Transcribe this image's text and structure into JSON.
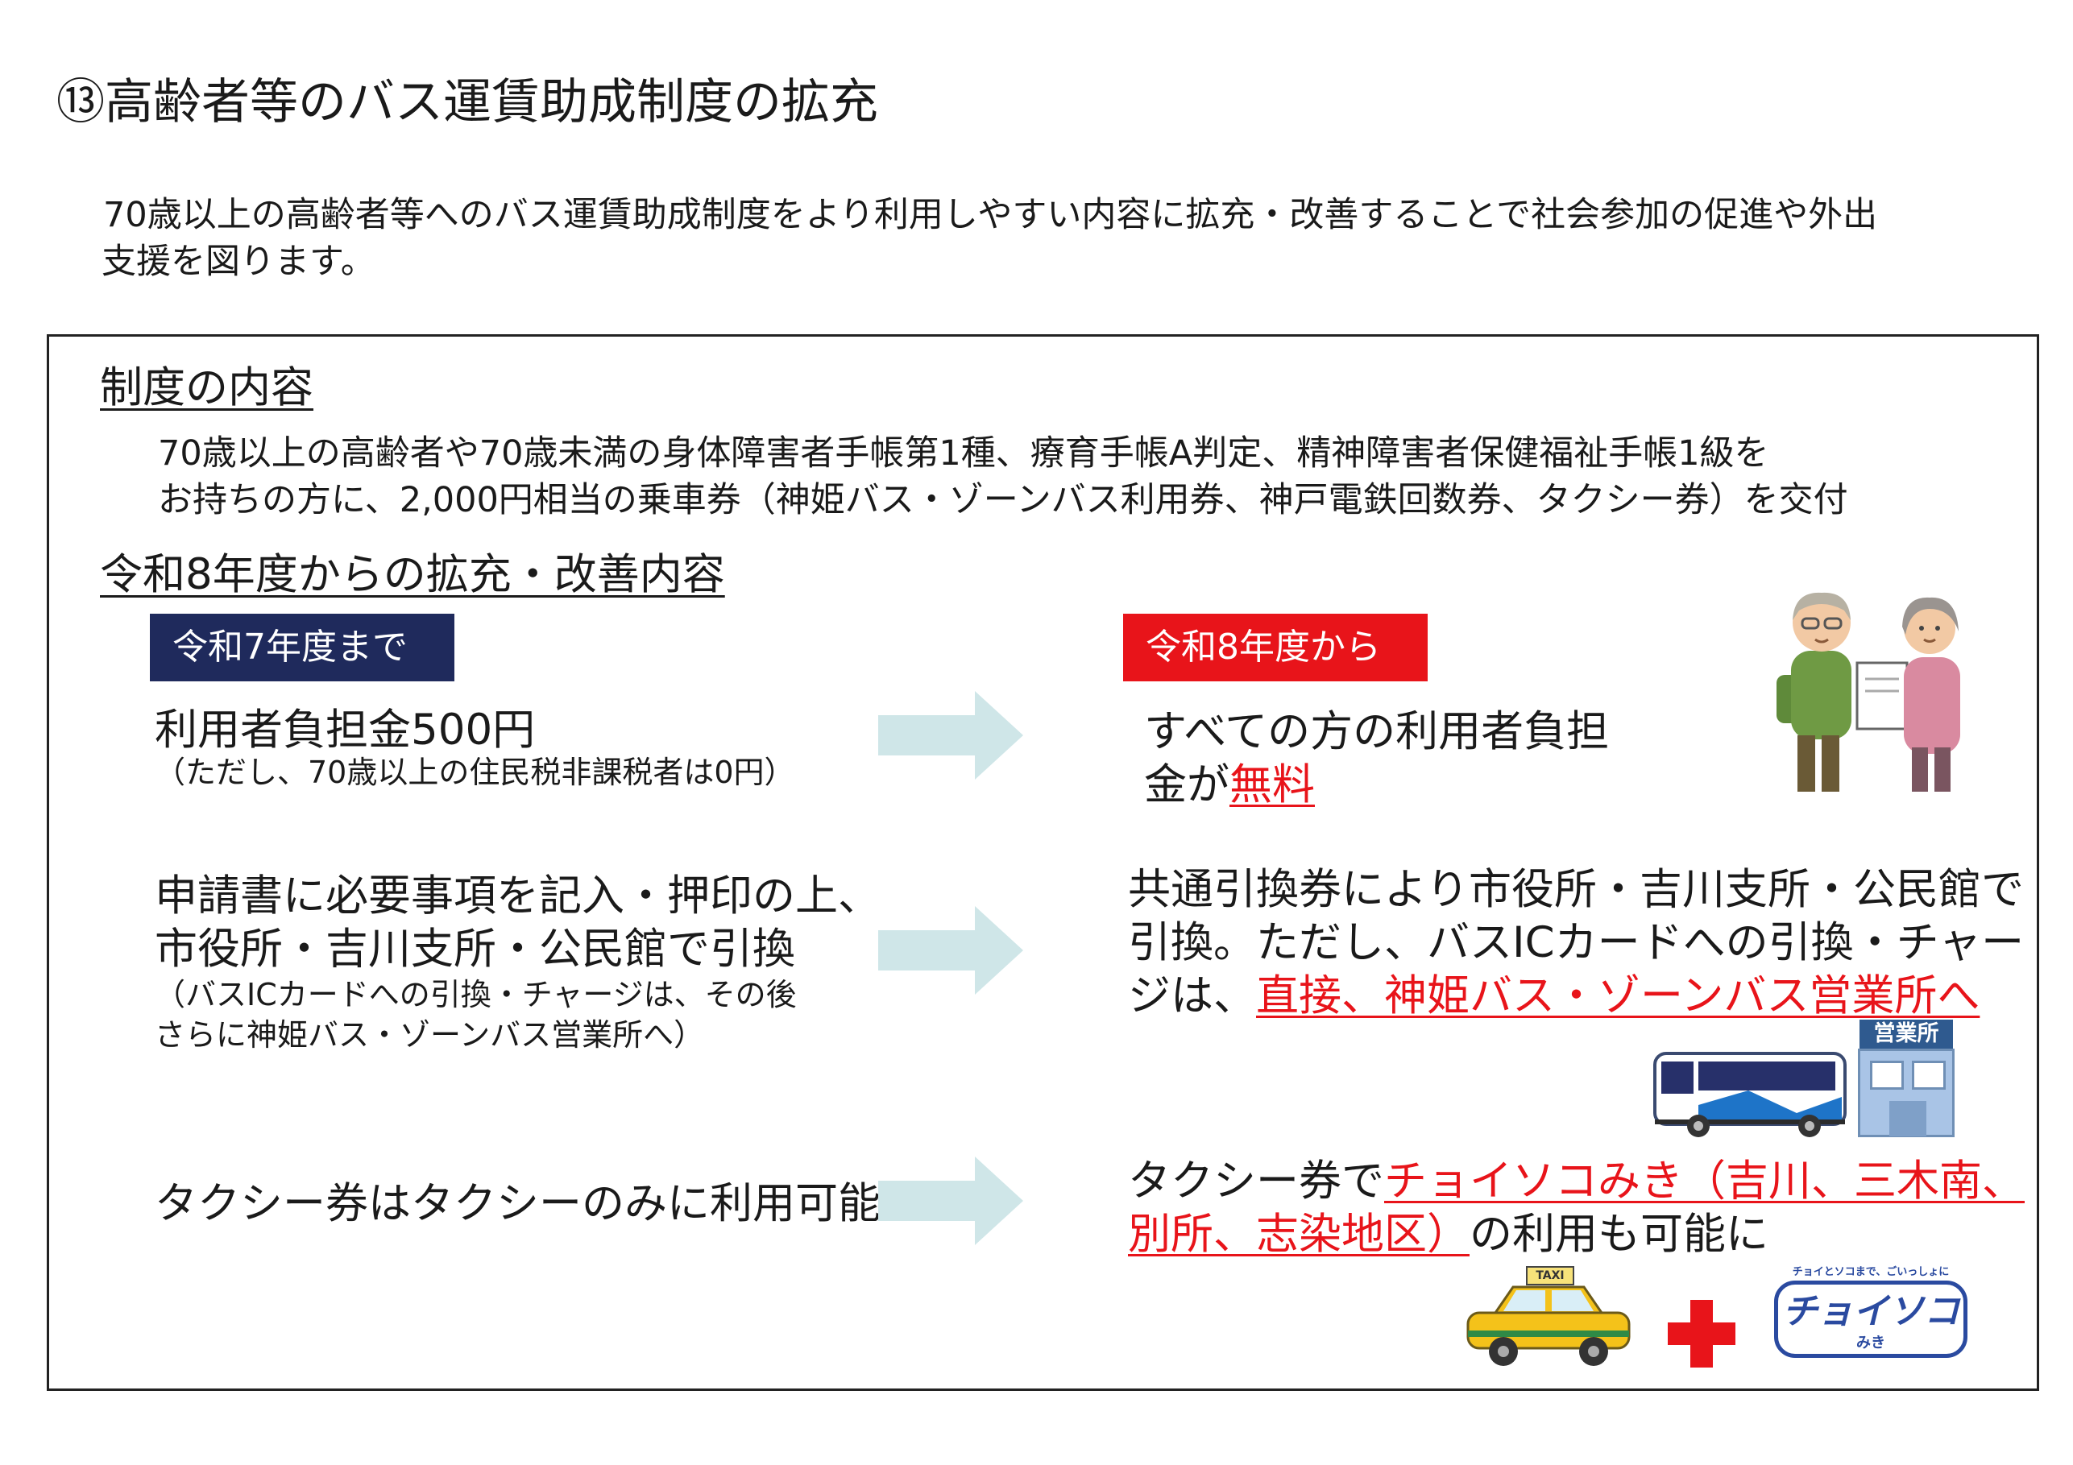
{
  "title": "⑬高齢者等のバス運賃助成制度の拡充",
  "intro": {
    "line1": "70歳以上の高齢者等へのバス運賃助成制度をより利用しやすい内容に拡充・改善することで社会参加の促進や外出",
    "line2": "支援を図ります。"
  },
  "section1": {
    "heading": "制度の内容",
    "line1": "70歳以上の高齢者や70歳未満の身体障害者手帳第1種、療育手帳A判定、精神障害者保健福祉手帳1級を",
    "line2": "お持ちの方に、2,000円相当の乗車券（神姫バス・ゾーンバス利用券、神戸電鉄回数券、タクシー券）を交付"
  },
  "section2": {
    "heading": "令和8年度からの拡充・改善内容",
    "before_label": "令和7年度まで",
    "after_label": "令和8年度から",
    "rows": [
      {
        "before_main": "利用者負担金500円",
        "before_note": "（ただし、70歳以上の住民税非課税者は0円）",
        "after_line1": "すべての方の利用者負担",
        "after_line2_prefix": "金が",
        "after_line2_red": "無料"
      },
      {
        "before_main1": "申請書に必要事項を記入・押印の上、",
        "before_main2": "市役所・吉川支所・公民館で引換",
        "before_note1": "（バスICカードへの引換・チャージは、その後",
        "before_note2": "さらに神姫バス・ゾーンバス営業所へ）",
        "after_line1": "共通引換券により市役所・吉川支所・公民館で",
        "after_line2": "引換。ただし、バスICカードへの引換・チャー",
        "after_line3_prefix": "ジは、",
        "after_line3_red": "直接、神姫バス・ゾーンバス営業所へ",
        "office_sign": "営業所"
      },
      {
        "before_main": "タクシー券はタクシーのみに利用可能",
        "after_line1_prefix": "タクシー券で",
        "after_line1_red": "チョイソコみき（吉川、三木南、",
        "after_line2_red": "別所、志染地区）",
        "after_line2_suffix": "の利用も可能に",
        "taxi_sign": "TAXI",
        "logo_tagline": "チョイとソコまで、ごいっしょに",
        "logo_name": "チョイソコ",
        "logo_sub": "みき"
      }
    ]
  },
  "colors": {
    "navy_badge": "#1f2a5c",
    "red_accent": "#e8141a",
    "arrow": "#cfe6e8",
    "logo_blue": "#2a4aa0"
  }
}
